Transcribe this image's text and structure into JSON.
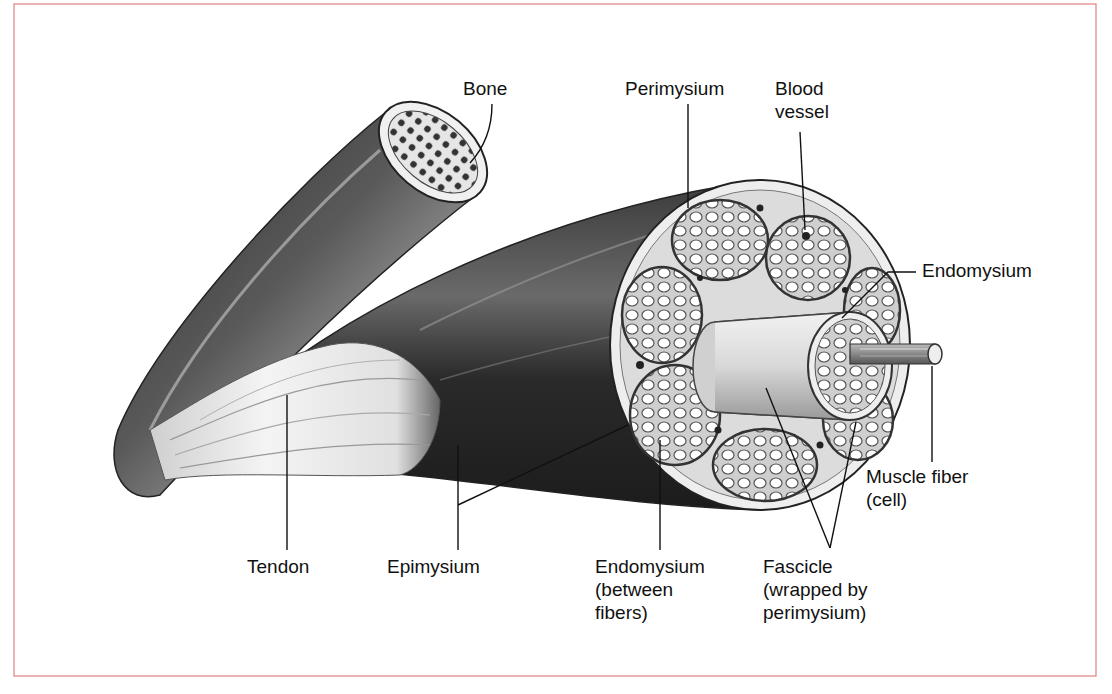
{
  "diagram": {
    "labels": [
      "Bone",
      "Perimysium",
      "Blood vessel",
      "Endomysium",
      "Muscle fiber (cell)",
      "Tendon",
      "Epimysium",
      "Endomysium (between fibers)",
      "Fascicle (wrapped by perimysium)"
    ]
  }
}
